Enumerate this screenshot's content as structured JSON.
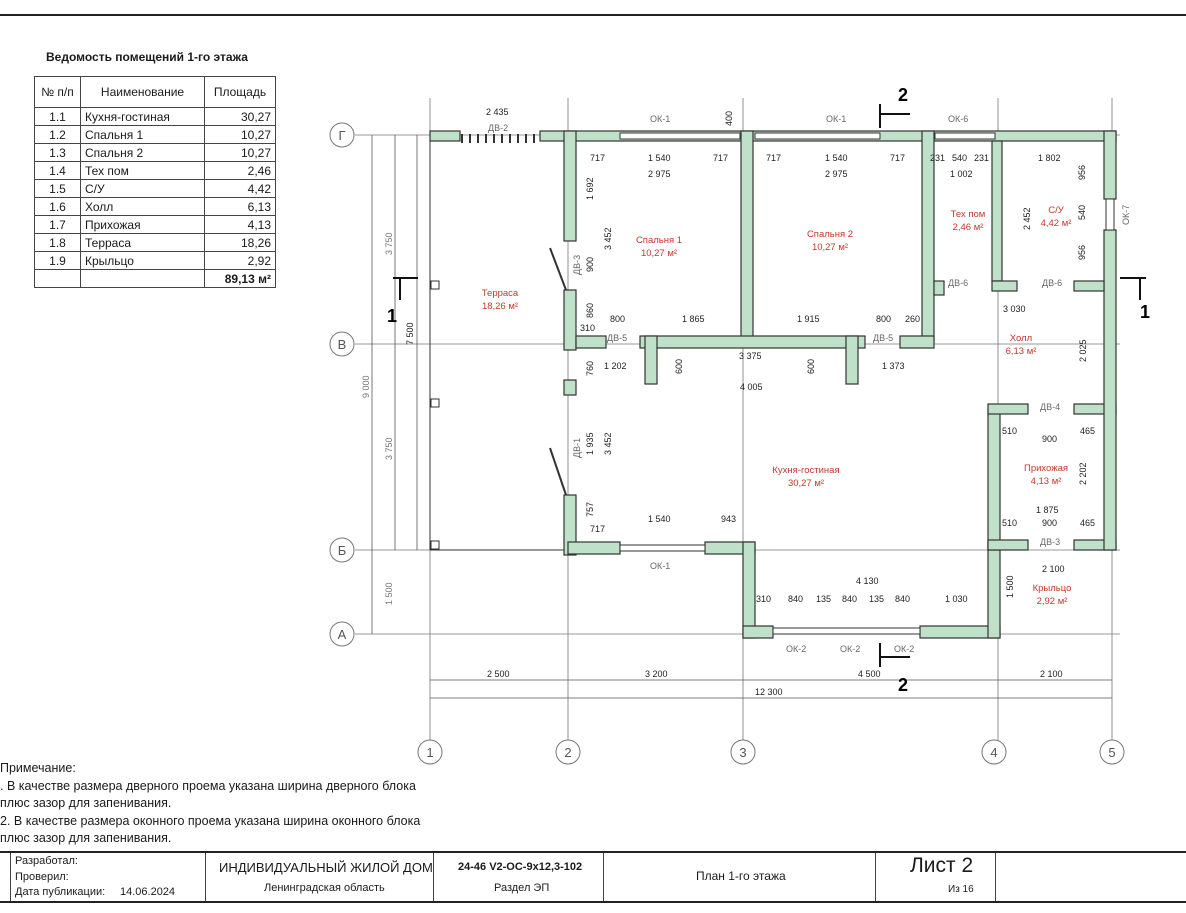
{
  "table": {
    "title": "Ведомость помещений 1-го этажа",
    "headers": [
      "№ п/п",
      "Наименование",
      "Площадь"
    ],
    "rows": [
      {
        "num": "1.1",
        "name": "Кухня-гостиная",
        "area": "30,27"
      },
      {
        "num": "1.2",
        "name": "Спальня 1",
        "area": "10,27"
      },
      {
        "num": "1.3",
        "name": "Спальня 2",
        "area": "10,27"
      },
      {
        "num": "1.4",
        "name": "Тех пом",
        "area": "2,46"
      },
      {
        "num": "1.5",
        "name": "С/У",
        "area": "4,42"
      },
      {
        "num": "1.6",
        "name": "Холл",
        "area": "6,13"
      },
      {
        "num": "1.7",
        "name": "Прихожая",
        "area": "4,13"
      },
      {
        "num": "1.8",
        "name": "Терраса",
        "area": "18,26"
      },
      {
        "num": "1.9",
        "name": "Крыльцо",
        "area": "2,92"
      }
    ],
    "total": "89,13 м²"
  },
  "notes": {
    "title": "Примечание:",
    "line1a": ". В качестве размера дверного проема указана ширина дверного блока",
    "line1b": "плюс зазор для запенивания.",
    "line2a": "2. В качестве размера оконного проема указана ширина оконного блока",
    "line2b": "плюс зазор для запенивания."
  },
  "titleblock": {
    "dev": "Разработал:",
    "check": "Проверил:",
    "pub": "Дата публикации:",
    "date": "14.06.2024",
    "project": "ИНДИВИДУАЛЬНЫЙ ЖИЛОЙ ДОМ",
    "region": "Ленинградская область",
    "code": "24-46 V2-ОС-9х12,3-102",
    "section": "Раздел ЭП",
    "sheet_title": "План 1-го этажа",
    "sheet": "Лист 2",
    "of": "Из 16"
  },
  "axes": {
    "rows": [
      "Г",
      "В",
      "Б",
      "А"
    ],
    "cols": [
      "1",
      "2",
      "3",
      "4",
      "5"
    ]
  },
  "rooms": {
    "terrace": [
      "Терраса",
      "18,26 м²"
    ],
    "bed1": [
      "Спальня 1",
      "10,27 м²"
    ],
    "bed2": [
      "Спальня 2",
      "10,27 м²"
    ],
    "tech": [
      "Тех пом",
      "2,46 м²"
    ],
    "wc": [
      "С/У",
      "4,42 м²"
    ],
    "hall": [
      "Холл",
      "6,13 м²"
    ],
    "kitchen": [
      "Кухня-гостиная",
      "30,27 м²"
    ],
    "entry": [
      "Прихожая",
      "4,13 м²"
    ],
    "porch": [
      "Крыльцо",
      "2,92 м²"
    ]
  },
  "marks": {
    "ok1": "ОК-1",
    "ok2": "ОК-2",
    "ok6": "ОК-6",
    "ok7": "ОК-7",
    "dv1": "ДВ-1",
    "dv2": "ДВ-2",
    "dv3": "ДВ-3",
    "dv4": "ДВ-4",
    "dv5": "ДВ-5",
    "dv6": "ДВ-6",
    "s1": "1",
    "s2": "2"
  },
  "dims": {
    "d2435": "2 435",
    "d400": "400",
    "d717": "717",
    "d1540": "1 540",
    "d2975": "2 975",
    "d231": "231",
    "d540": "540",
    "d1802": "1 802",
    "d1002": "1 002",
    "d956": "956",
    "d2452": "2 452",
    "d1692": "1 692",
    "d3452": "3 452",
    "d900": "900",
    "d860": "860",
    "d310": "310",
    "d800": "800",
    "d1865": "1 865",
    "d1915": "1 915",
    "d260": "260",
    "d3030": "3 030",
    "d2025": "2 025",
    "d1202": "1 202",
    "d3375": "3 375",
    "d1373": "1 373",
    "d600": "600",
    "d4005": "4 005",
    "d760": "760",
    "d1935": "1 935",
    "d757": "757",
    "d943": "943",
    "d510": "510",
    "d465": "465",
    "d2202": "2 202",
    "d1875": "1 875",
    "d2100": "2 100",
    "d1500": "1 500",
    "d4130": "4 130",
    "d135": "135",
    "d840": "840",
    "d1030": "1 030",
    "d3750": "3 750",
    "d7500": "7 500",
    "d9000": "9 000",
    "d2500": "2 500",
    "d3200": "3 200",
    "d4500": "4 500",
    "d12300": "12 300"
  }
}
